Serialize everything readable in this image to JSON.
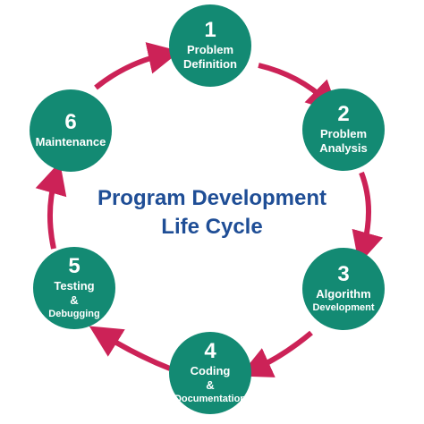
{
  "colors": {
    "node_fill": "#138a73",
    "arrow": "#cc2257",
    "title": "#1f4e96"
  },
  "title": {
    "line1": "Program Development",
    "line2": "Life Cycle"
  },
  "steps": [
    {
      "number": "1",
      "line1": "Problem",
      "line2": "Definition",
      "line3": ""
    },
    {
      "number": "2",
      "line1": "Problem",
      "line2": "Analysis",
      "line3": ""
    },
    {
      "number": "3",
      "line1": "Algorithm",
      "line2": "Development",
      "line3": ""
    },
    {
      "number": "4",
      "line1": "Coding",
      "line2": "&",
      "line3": "Documentation"
    },
    {
      "number": "5",
      "line1": "Testing",
      "line2": "&",
      "line3": "Debugging"
    },
    {
      "number": "6",
      "line1": "Maintenance",
      "line2": "",
      "line3": ""
    }
  ]
}
